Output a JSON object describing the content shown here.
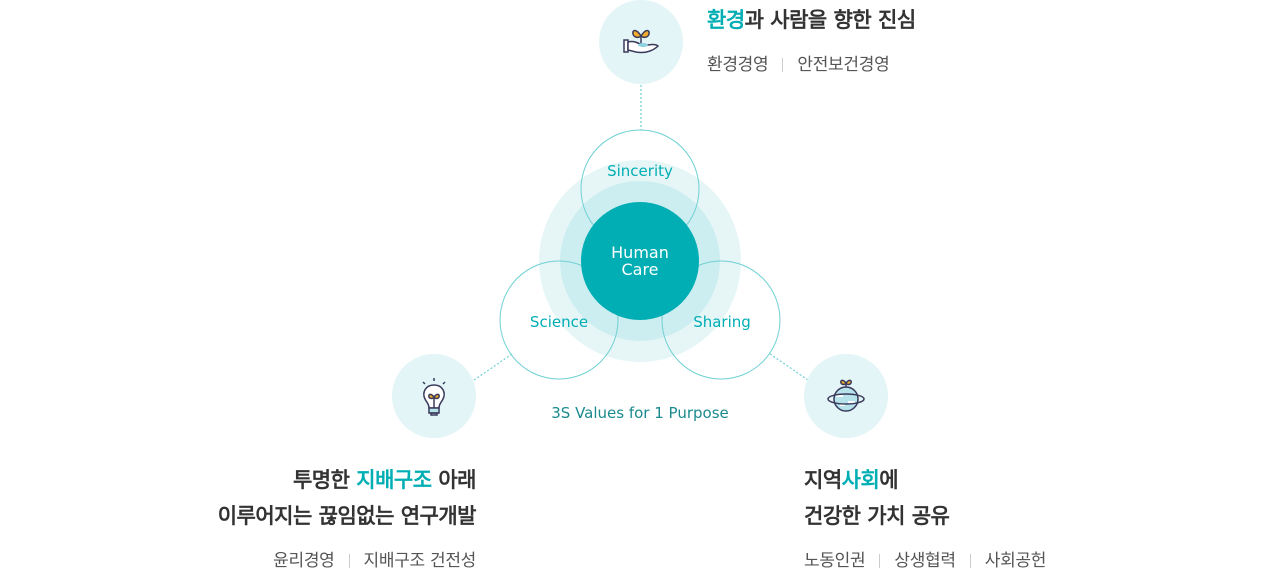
{
  "colors": {
    "accent": "#00aeb4",
    "core": "#00aeb4",
    "ring_outer": "#e6f6f7",
    "ring_mid": "#cdeef0",
    "line": "#6fd0d3",
    "label": "#1a8a8e"
  },
  "diagram": {
    "core_line1": "Human",
    "core_line2": "Care",
    "values": [
      "Sincerity",
      "Science",
      "Sharing"
    ],
    "caption": "3S Values for 1 Purpose"
  },
  "top": {
    "icon": "hand-sprout-icon",
    "title_accent": "환경",
    "title_rest": "과 사람을 향한 진심",
    "subs": [
      "환경경영",
      "안전보건경영"
    ]
  },
  "left": {
    "icon": "lightbulb-sprout-icon",
    "line1_pre": "투명한 ",
    "line1_accent": "지배구조",
    "line1_post": " 아래",
    "line2": "이루어지는 끊임없는 연구개발",
    "subs": [
      "윤리경영",
      "지배구조 건전성"
    ]
  },
  "right": {
    "icon": "planet-sprout-icon",
    "line1_pre": "지역",
    "line1_accent": "사회",
    "line1_post": "에",
    "line2": "건강한 가치 공유",
    "subs": [
      "노동인권",
      "상생협력",
      "사회공헌"
    ]
  }
}
